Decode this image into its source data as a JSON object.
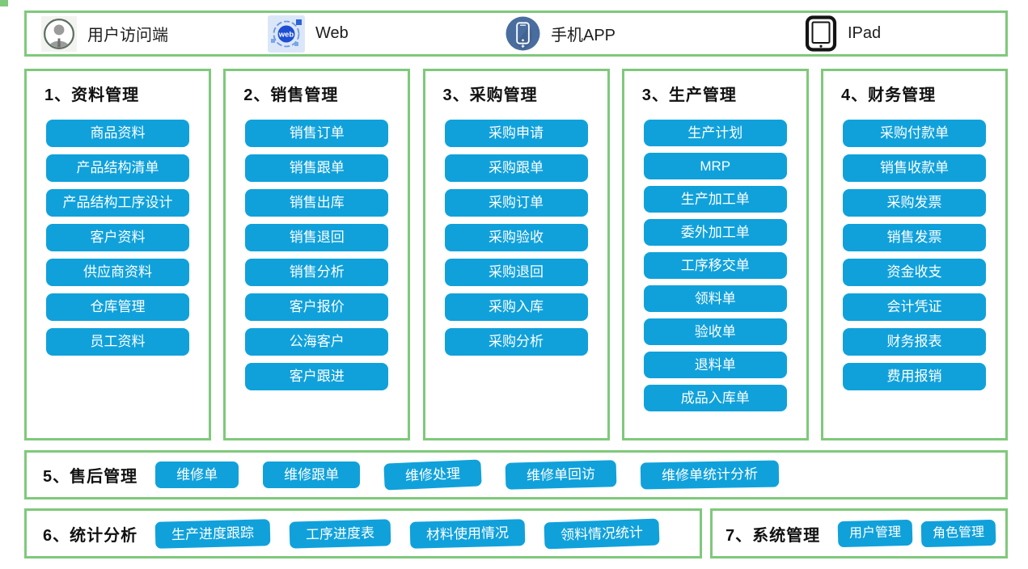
{
  "colors": {
    "button_blue": "#10a1db",
    "border_green": "#7fc97b",
    "title_black": "#111111",
    "button_text": "#ffffff"
  },
  "top_bar": {
    "items": [
      {
        "icon": "user-icon",
        "label": "用户访问端"
      },
      {
        "icon": "web-icon",
        "label": "Web"
      },
      {
        "icon": "phone-app-icon",
        "label": "手机APP"
      },
      {
        "icon": "ipad-icon",
        "label": "IPad"
      }
    ]
  },
  "columns": [
    {
      "title": "1、资料管理",
      "buttons": [
        "商品资料",
        "产品结构清单",
        "产品结构工序设计",
        "客户资料",
        "供应商资料",
        "仓库管理",
        "员工资料"
      ]
    },
    {
      "title": "2、销售管理",
      "buttons": [
        "销售订单",
        "销售跟单",
        "销售出库",
        "销售退回",
        "销售分析",
        "客户报价",
        "公海客户",
        "客户跟进"
      ]
    },
    {
      "title": "3、采购管理",
      "buttons": [
        "采购申请",
        "采购跟单",
        "采购订单",
        "采购验收",
        "采购退回",
        "采购入库",
        "采购分析"
      ]
    },
    {
      "title": "3、生产管理",
      "buttons": [
        "生产计划",
        "MRP",
        "生产加工单",
        "委外加工单",
        "工序移交单",
        "领料单",
        "验收单",
        "退料单",
        "成品入库单"
      ]
    },
    {
      "title": "4、财务管理",
      "buttons": [
        "采购付款单",
        "销售收款单",
        "采购发票",
        "销售发票",
        "资金收支",
        "会计凭证",
        "财务报表",
        "费用报销"
      ]
    }
  ],
  "rows": [
    {
      "title": "5、售后管理",
      "buttons": [
        "维修单",
        "维修跟单",
        "维修处理",
        "维修单回访",
        "维修单统计分析"
      ]
    },
    {
      "title": "6、统计分析",
      "buttons": [
        "生产进度跟踪",
        "工序进度表",
        "材料使用情况",
        "领料情况统计"
      ]
    },
    {
      "title": "7、系统管理",
      "buttons": [
        "用户管理",
        "角色管理"
      ]
    }
  ]
}
